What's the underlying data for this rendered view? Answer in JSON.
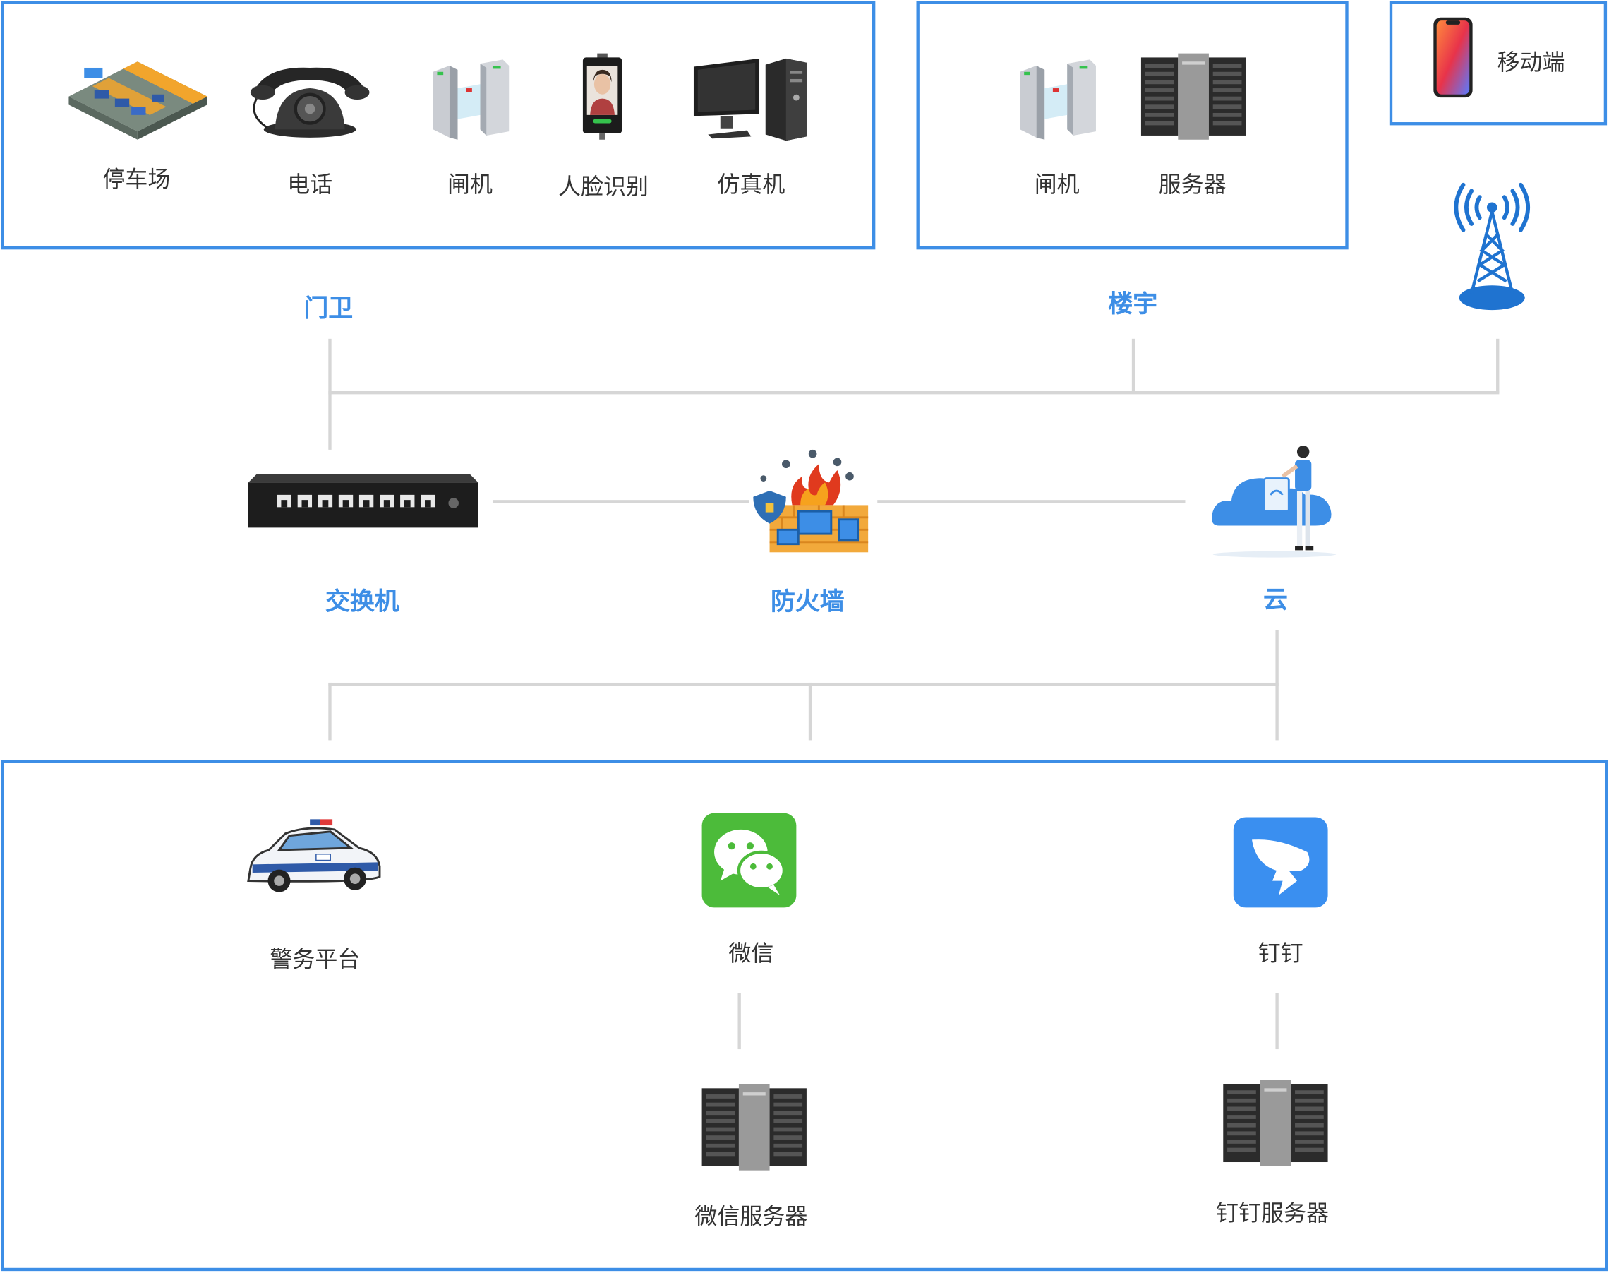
{
  "gate": {
    "title": "门卫",
    "items": [
      {
        "label": "停车场",
        "icon": "parking-lot-icon"
      },
      {
        "label": "电话",
        "icon": "telephone-icon"
      },
      {
        "label": "闸机",
        "icon": "turnstile-icon"
      },
      {
        "label": "人脸识别",
        "icon": "face-recognition-icon"
      },
      {
        "label": "仿真机",
        "icon": "desktop-computer-icon"
      }
    ]
  },
  "building": {
    "title": "楼宇",
    "items": [
      {
        "label": "闸机",
        "icon": "turnstile-icon"
      },
      {
        "label": "服务器",
        "icon": "server-icon"
      }
    ]
  },
  "mobile": {
    "label": "移动端",
    "icon": "smartphone-icon",
    "tower_icon": "signal-tower-icon"
  },
  "core": {
    "switch": {
      "label": "交换机",
      "icon": "network-switch-icon"
    },
    "firewall": {
      "label": "防火墙",
      "icon": "firewall-icon"
    },
    "cloud": {
      "label": "云",
      "icon": "cloud-icon"
    }
  },
  "platforms": {
    "police": {
      "label": "警务平台",
      "icon": "police-car-icon"
    },
    "wechat": {
      "label": "微信",
      "icon": "wechat-icon",
      "server_label": "微信服务器"
    },
    "dingtalk": {
      "label": "钉钉",
      "icon": "dingtalk-icon",
      "server_label": "钉钉服务器"
    }
  },
  "colors": {
    "accent": "#3d8ee6",
    "connector": "#d6d6d6",
    "wechat": "#4cbb3a",
    "dingtalk": "#3a8ff0"
  }
}
